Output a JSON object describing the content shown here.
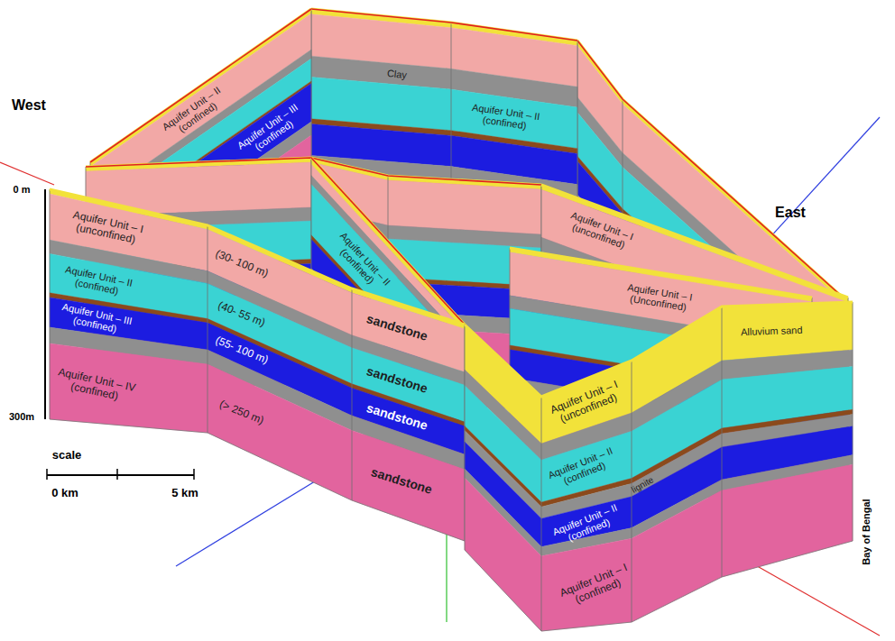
{
  "diagram": {
    "labels": [
      "Aquifer Unit – II (confined)",
      "Aquifer Unit – III (confined)",
      "Clay",
      "Aquifer Unit – II (confined)",
      "West",
      "0 m",
      "Aquifer Unit – I (unconfined)",
      "Aquifer Unit – II (confined)",
      "Aquifer Unit – III (confined)",
      "Aquifer Unit – IV (confined)",
      "(30- 100 m)",
      "(40- 55 m)",
      "(55- 100 m)",
      "(> 250 m)",
      "sandstone",
      "sandstone",
      "sandstone",
      "sandstone",
      "300m",
      "scale",
      "0 km",
      "5 km",
      "Aquifer Unit – II (confined)",
      "Aquifer Unit – I (unconfined)",
      "East",
      "Aquifer Unit – I (Unconfined)",
      "Alluvium sand",
      "Bay of Bengal",
      "Aquifer Unit – I (unconfined)",
      "Aquifer Unit – II (confined)",
      "lignite",
      "Aquifer Unit – II (confined)",
      "Aquifer Unit – I (confined)"
    ]
  }
}
